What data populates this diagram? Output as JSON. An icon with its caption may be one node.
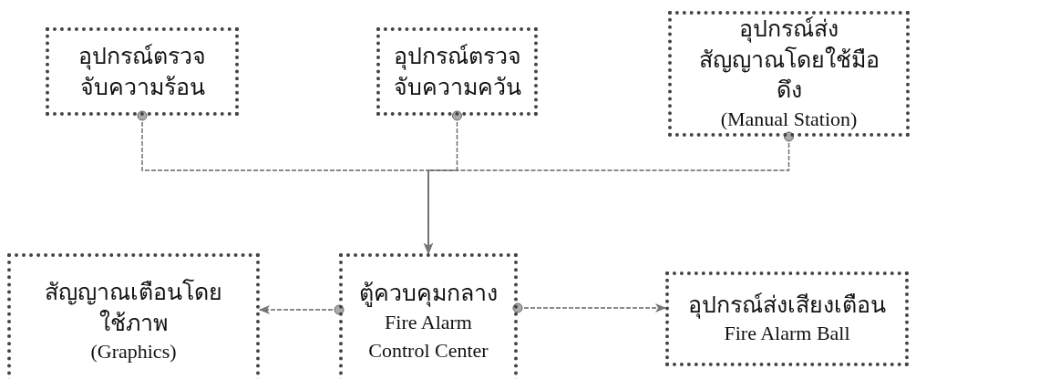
{
  "diagram": {
    "nodes": [
      {
        "text": [
          "อุปกรณ์ตรวจจับความร้อน"
        ]
      },
      {
        "text": [
          "อุปกรณ์ตรวจจับความควัน"
        ]
      },
      {
        "text": [
          "อุปกรณ์ส่งสัญญาณโดยใช้มือดึง",
          "(Manual Station)"
        ]
      },
      {
        "text": [
          "สัญญาณเตือนโดยใช้ภาพ",
          "(Graphics)"
        ]
      },
      {
        "text": [
          "ตู้ควบคุมกลาง",
          "Fire Alarm Control Center"
        ]
      },
      {
        "text": [
          "อุปกรณ์ส่งเสียงเตือน",
          "Fire Alarm Ball"
        ]
      }
    ],
    "edges": [
      {
        "from": 0,
        "to": 4,
        "arrow": "to",
        "style": "dashed"
      },
      {
        "from": 1,
        "to": 4,
        "arrow": "to",
        "style": "dashed"
      },
      {
        "from": 2,
        "to": 4,
        "arrow": "to",
        "style": "dashed"
      },
      {
        "from": 4,
        "to": 3,
        "arrow": "to",
        "style": "dashed"
      },
      {
        "from": 4,
        "to": 5,
        "arrow": "to",
        "style": "dashed"
      }
    ]
  }
}
